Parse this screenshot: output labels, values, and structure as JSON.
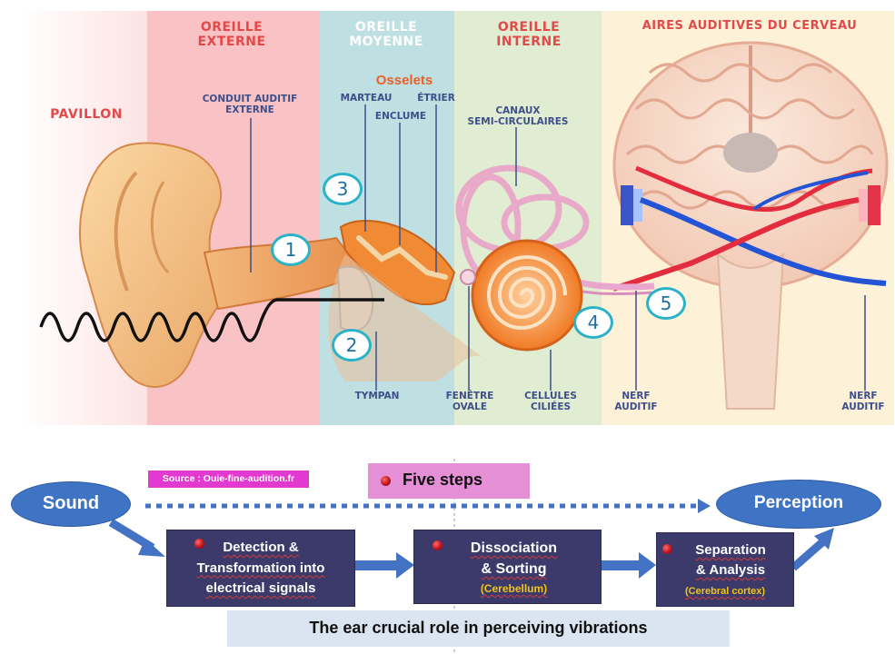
{
  "zones": {
    "pavillon": "PAVILLON",
    "oreille_externe": "OREILLE\nEXTERNE",
    "oreille_moyenne": "OREILLE\nMOYENNE",
    "oreille_interne": "OREILLE\nINTERNE",
    "aires": "AIRES AUDITIVES DU CERVEAU"
  },
  "labels": {
    "conduit": "CONDUIT AUDITIF\nEXTERNE",
    "osselets": "Osselets",
    "marteau": "MARTEAU",
    "enclume": "ENCLUME",
    "etrier": "ÉTRIER",
    "canaux": "CANAUX\nSEMI-CIRCULAIRES",
    "tympan": "TYMPAN",
    "fenetre": "FENÊTRE\nOVALE",
    "cellules": "CELLULES\nCILIÉES",
    "nerf_left": "NERF\nAUDITIF",
    "nerf_right": "NERF\nAUDITIF"
  },
  "numbers": [
    "1",
    "2",
    "3",
    "4",
    "5"
  ],
  "source": "Source : Ouie-fine-audition.fr",
  "five_steps": "Five steps",
  "sound": "Sound",
  "perception": "Perception",
  "steps": [
    {
      "title": "Detection &\nTransformation into\nelectrical signals",
      "sub": ""
    },
    {
      "title": "Dissociation\n& Sorting",
      "sub": "(Cerebellum)"
    },
    {
      "title": "Separation\n& Analysis",
      "sub": "(Cerebral cortex)"
    }
  ],
  "caption": "The ear crucial role in perceiving vibrations",
  "colors": {
    "pavillon_bg": "#fde3e3",
    "externe_bg": "#f9c2c5",
    "moyenne_bg": "#bfe0e3",
    "interne_bg": "#e1edd3",
    "cerveau_bg": "#fdf1d7",
    "zone_title": "#e24a4a",
    "step_box": "#3c3a6b",
    "ellipse": "#3f73c4",
    "arrow": "#4472c4",
    "pill": "#e48fd6",
    "source": "#e23ad1",
    "caption_bg": "#dbe5f1"
  }
}
